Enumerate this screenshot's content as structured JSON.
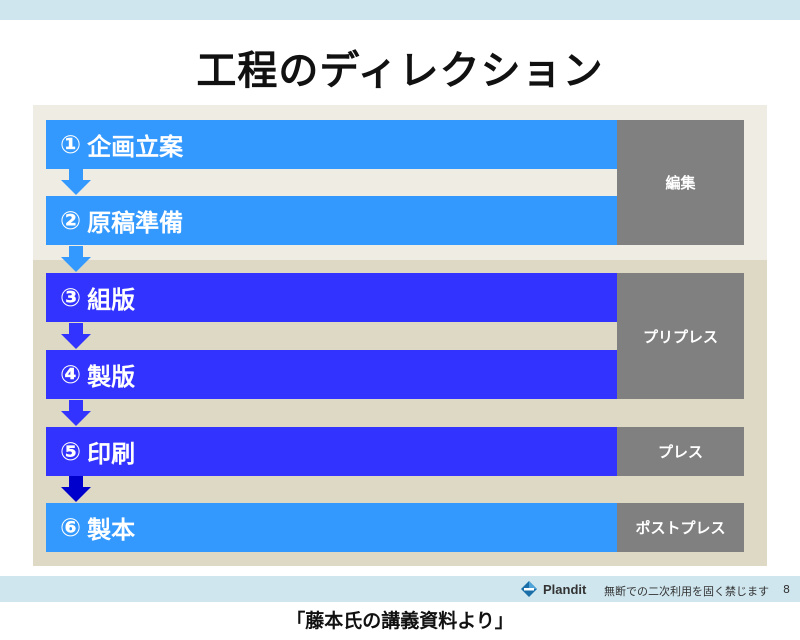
{
  "title": "工程のディレクション",
  "steps": [
    {
      "num": "①",
      "label": "企画立案"
    },
    {
      "num": "②",
      "label": "原稿準備"
    },
    {
      "num": "③",
      "label": "組版"
    },
    {
      "num": "④",
      "label": "製版"
    },
    {
      "num": "⑤",
      "label": "印刷"
    },
    {
      "num": "⑥",
      "label": "製本"
    }
  ],
  "categories": [
    "編集",
    "プリプレス",
    "プレス",
    "ポストプレス"
  ],
  "footer": {
    "brand": "Plandit",
    "notice": "無断での二次利用を固く禁じます",
    "page": "8"
  },
  "caption": "「藤本氏の講義資料より」",
  "colors": {
    "step_light": "#3399ff",
    "step_dark": "#3333ff",
    "category": "#808080",
    "arrow_light": "#3399ff",
    "arrow_dark": "#3333ff",
    "arrow_navy": "#0000cc"
  }
}
